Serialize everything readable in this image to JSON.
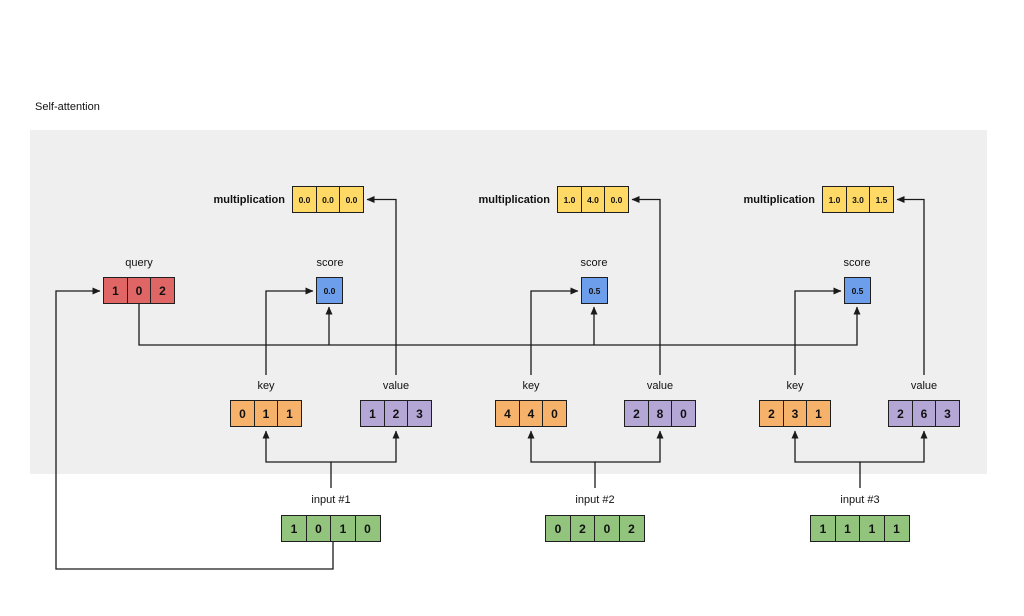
{
  "title": "Self-attention",
  "colors": {
    "query": "#e06666",
    "key": "#f6b26b",
    "value": "#b4a7d6",
    "input": "#93c47d",
    "score": "#6d9eeb",
    "multiplication": "#ffd966",
    "panel_background": "#efefef",
    "line": "#1a1a1a"
  },
  "query": {
    "label": "query",
    "cells": [
      "1",
      "0",
      "2"
    ]
  },
  "groups": [
    {
      "input": {
        "label": "input #1",
        "cells": [
          "1",
          "0",
          "1",
          "0"
        ]
      },
      "key": {
        "label": "key",
        "cells": [
          "0",
          "1",
          "1"
        ]
      },
      "value": {
        "label": "value",
        "cells": [
          "1",
          "2",
          "3"
        ]
      },
      "score": {
        "label": "score",
        "value": "0.0"
      },
      "multiplication": {
        "label": "multiplication",
        "cells": [
          "0.0",
          "0.0",
          "0.0"
        ]
      }
    },
    {
      "input": {
        "label": "input #2",
        "cells": [
          "0",
          "2",
          "0",
          "2"
        ]
      },
      "key": {
        "label": "key",
        "cells": [
          "4",
          "4",
          "0"
        ]
      },
      "value": {
        "label": "value",
        "cells": [
          "2",
          "8",
          "0"
        ]
      },
      "score": {
        "label": "score",
        "value": "0.5"
      },
      "multiplication": {
        "label": "multiplication",
        "cells": [
          "1.0",
          "4.0",
          "0.0"
        ]
      }
    },
    {
      "input": {
        "label": "input #3",
        "cells": [
          "1",
          "1",
          "1",
          "1"
        ]
      },
      "key": {
        "label": "key",
        "cells": [
          "2",
          "3",
          "1"
        ]
      },
      "value": {
        "label": "value",
        "cells": [
          "2",
          "6",
          "3"
        ]
      },
      "score": {
        "label": "score",
        "value": "0.5"
      },
      "multiplication": {
        "label": "multiplication",
        "cells": [
          "1.0",
          "3.0",
          "1.5"
        ]
      }
    }
  ]
}
